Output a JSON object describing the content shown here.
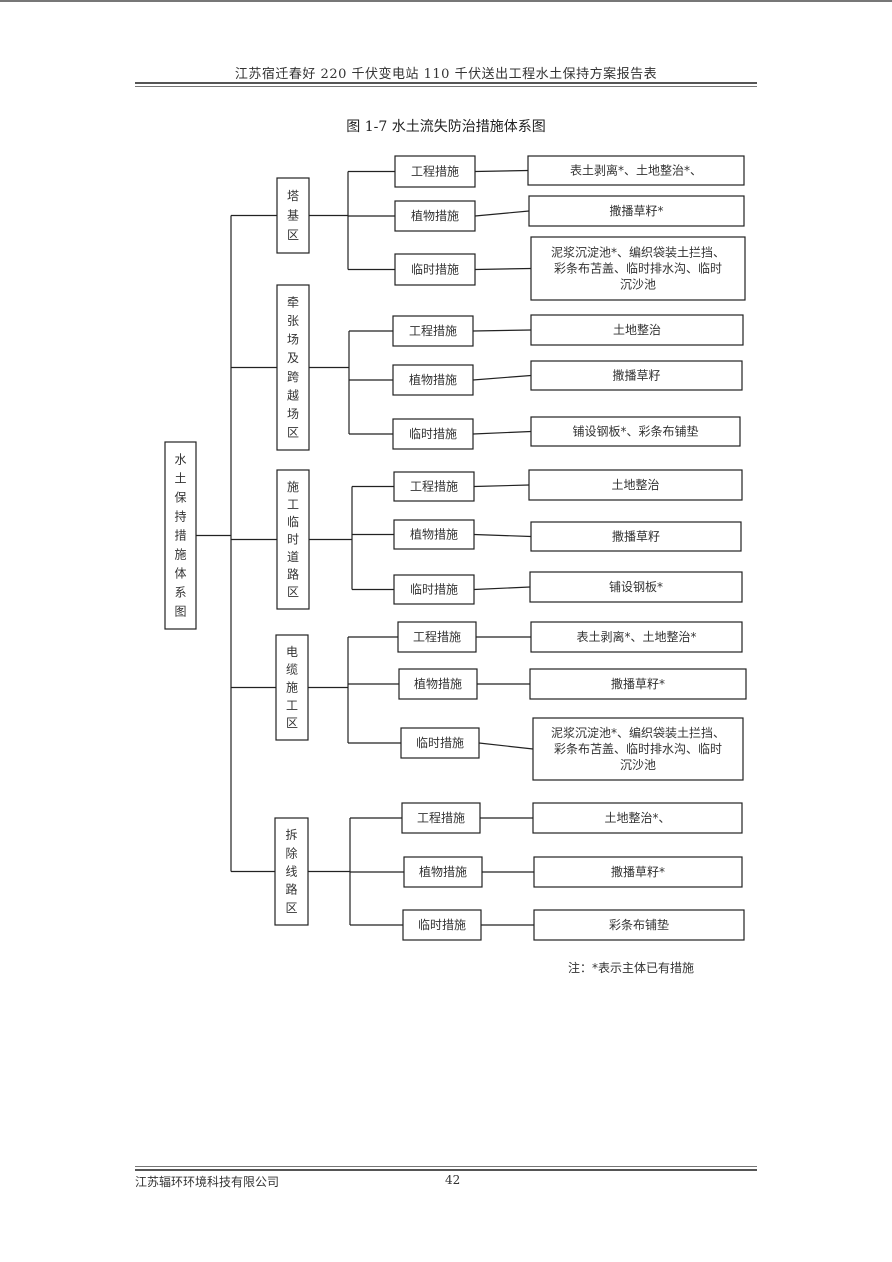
{
  "header": {
    "title": "江苏宿迁春好 220 千伏变电站 110 千伏送出工程水土保持方案报告表"
  },
  "figure": {
    "title": "图 1-7  水土流失防治措施体系图"
  },
  "diagram": {
    "root": "水土保持措施体系图",
    "zones": [
      {
        "name": "塔基区",
        "measures": [
          {
            "category": "工程措施",
            "detail": [
              "表土剥离*、土地整治*、"
            ]
          },
          {
            "category": "植物措施",
            "detail": [
              "撒播草籽*"
            ]
          },
          {
            "category": "临时措施",
            "detail": [
              "泥浆沉淀池*、编织袋装土拦挡、",
              "彩条布苫盖、临时排水沟、临时",
              "沉沙池"
            ]
          }
        ]
      },
      {
        "name": "牵张场及跨越场区",
        "measures": [
          {
            "category": "工程措施",
            "detail": [
              "土地整治"
            ]
          },
          {
            "category": "植物措施",
            "detail": [
              "撒播草籽"
            ]
          },
          {
            "category": "临时措施",
            "detail": [
              "铺设钢板*、彩条布铺垫"
            ]
          }
        ]
      },
      {
        "name": "施工临时道路区",
        "measures": [
          {
            "category": "工程措施",
            "detail": [
              "土地整治"
            ]
          },
          {
            "category": "植物措施",
            "detail": [
              "撒播草籽"
            ]
          },
          {
            "category": "临时措施",
            "detail": [
              "铺设钢板*"
            ]
          }
        ]
      },
      {
        "name": "电缆施工区",
        "measures": [
          {
            "category": "工程措施",
            "detail": [
              "表土剥离*、土地整治*"
            ]
          },
          {
            "category": "植物措施",
            "detail": [
              "撒播草籽*"
            ]
          },
          {
            "category": "临时措施",
            "detail": [
              "泥浆沉淀池*、编织袋装土拦挡、",
              "彩条布苫盖、临时排水沟、临时",
              "沉沙池"
            ]
          }
        ]
      },
      {
        "name": "拆除线路区",
        "measures": [
          {
            "category": "工程措施",
            "detail": [
              "土地整治*、"
            ]
          },
          {
            "category": "植物措施",
            "detail": [
              "撒播草籽*"
            ]
          },
          {
            "category": "临时措施",
            "detail": [
              "彩条布铺垫"
            ]
          }
        ]
      }
    ],
    "note": "注：*表示主体已有措施"
  },
  "footer": {
    "company": "江苏辐环环境科技有限公司",
    "page": "42"
  }
}
